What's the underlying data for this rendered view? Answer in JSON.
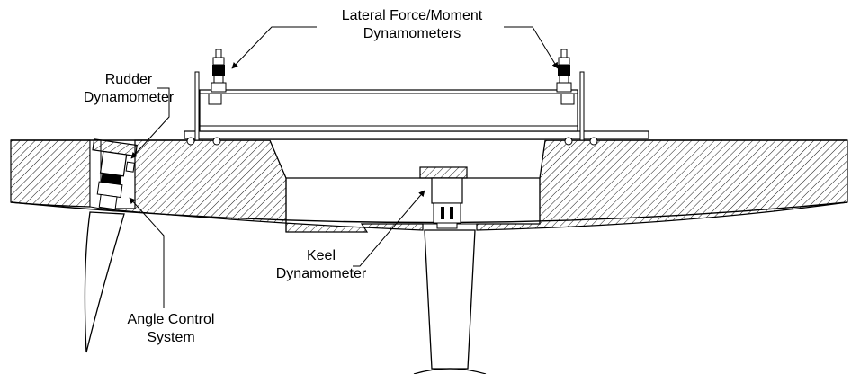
{
  "labels": {
    "lateral": {
      "line1": "Lateral Force/Moment",
      "line2": "Dynamometers"
    },
    "rudder": {
      "line1": "Rudder",
      "line2": "Dynamometer"
    },
    "keel": {
      "line1": "Keel",
      "line2": "Dynamometer"
    },
    "angle": {
      "line1": "Angle Control",
      "line2": "System"
    }
  },
  "colors": {
    "ink": "#000000",
    "background": "#ffffff"
  }
}
